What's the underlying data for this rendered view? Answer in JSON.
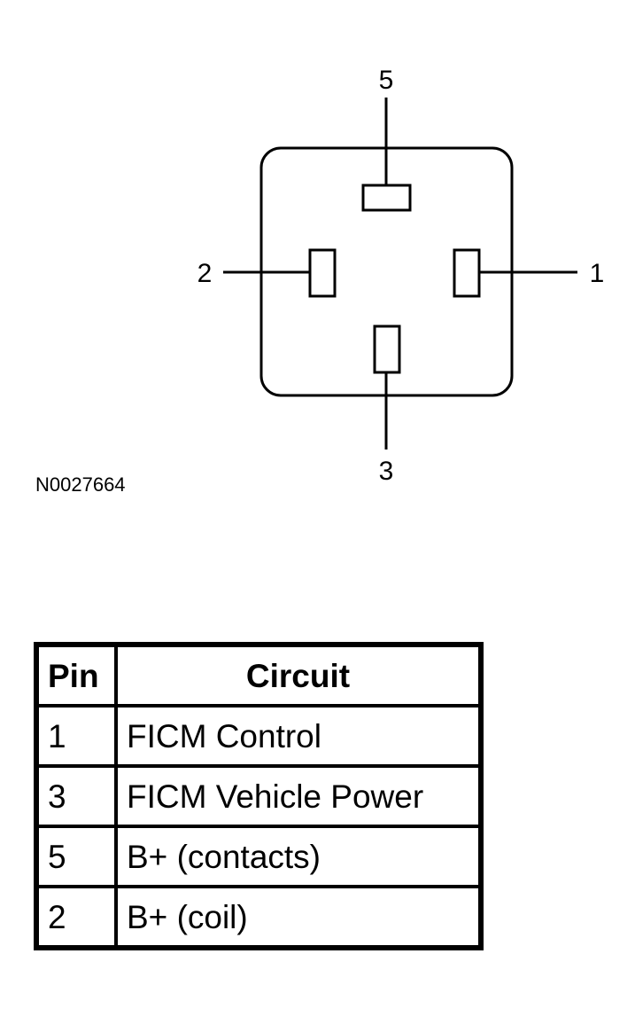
{
  "diagram": {
    "pins": [
      {
        "number": "5",
        "position": "top"
      },
      {
        "number": "2",
        "position": "left"
      },
      {
        "number": "1",
        "position": "right"
      },
      {
        "number": "3",
        "position": "bottom"
      }
    ],
    "figure_id": "N0027664"
  },
  "table": {
    "headers": {
      "pin": "Pin",
      "circuit": "Circuit"
    },
    "rows": [
      {
        "pin": "1",
        "circuit": "FICM Control"
      },
      {
        "pin": "3",
        "circuit": "FICM Vehicle Power"
      },
      {
        "pin": "5",
        "circuit": "B+ (contacts)"
      },
      {
        "pin": "2",
        "circuit": "B+ (coil)"
      }
    ]
  },
  "colors": {
    "line": "#000000",
    "background": "#ffffff"
  }
}
